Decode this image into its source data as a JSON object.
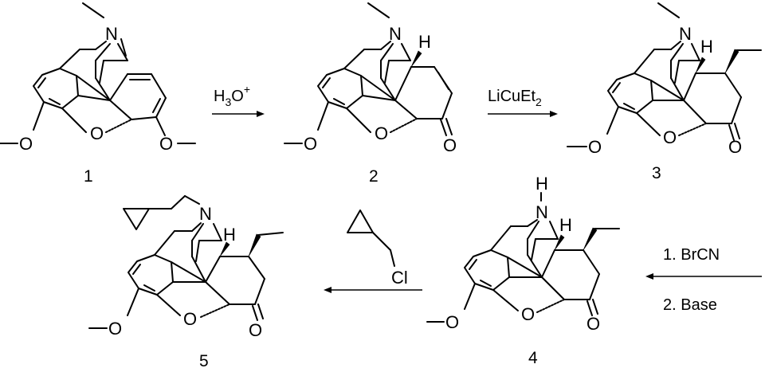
{
  "compounds": [
    {
      "number": "1",
      "n_substituent": "methyl",
      "atoms": {
        "N": "N",
        "O_ether": "O",
        "O_methoxy_left": "O",
        "O_methoxy_right": "O"
      }
    },
    {
      "number": "2",
      "atoms": {
        "N": "N",
        "H": "H",
        "O_ether": "O",
        "O_methoxy": "O",
        "O_ketone": "O"
      }
    },
    {
      "number": "3",
      "atoms": {
        "N": "N",
        "H": "H",
        "O_ether": "O",
        "O_methoxy": "O",
        "O_ketone": "O"
      }
    },
    {
      "number": "4",
      "atoms": {
        "N": "N",
        "NH": "H",
        "H": "H",
        "O_ether": "O",
        "O_methoxy": "O",
        "O_ketone": "O"
      }
    },
    {
      "number": "5",
      "atoms": {
        "N": "N",
        "H": "H",
        "O_ether": "O",
        "O_methoxy": "O",
        "O_ketone": "O"
      }
    }
  ],
  "reagents": {
    "step1": {
      "main": "H",
      "sub": "3",
      "tail": "O",
      "sup": "+"
    },
    "step2": {
      "main": "LiCuEt",
      "sub": "2"
    },
    "step3": {
      "line1": "1. BrCN",
      "line2": "2. Base"
    },
    "step4": {
      "atom": "Cl"
    }
  }
}
